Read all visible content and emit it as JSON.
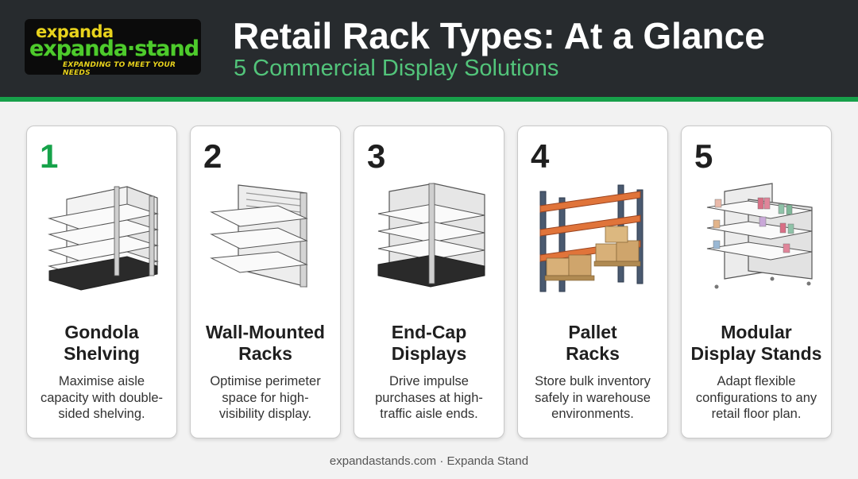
{
  "header": {
    "logo": {
      "top_text": "expanda",
      "main_text": "expanda·stand",
      "tagline": "EXPANDING TO MEET YOUR NEEDS"
    },
    "title": "Retail Rack Types: At a Glance",
    "subtitle": "5 Commercial Display Solutions"
  },
  "colors": {
    "header_bg": "#272b2e",
    "accent_green": "#17a04a",
    "subtitle_green": "#52c47a"
  },
  "cards": [
    {
      "number": "1",
      "title_line1": "Gondola",
      "title_line2": "Shelving",
      "description": [
        "Maximise aisle",
        "capacity with double-",
        "sided shelving."
      ],
      "icon": "gondola-shelving-icon"
    },
    {
      "number": "2",
      "title_line1": "Wall-Mounted",
      "title_line2": "Racks",
      "description": [
        "Optimise perimeter",
        "space for high-",
        "visibility display."
      ],
      "icon": "wall-mounted-rack-icon"
    },
    {
      "number": "3",
      "title_line1": "End-Cap",
      "title_line2": "Displays",
      "description": [
        "Drive impulse",
        "purchases at high-",
        "traffic aisle ends."
      ],
      "icon": "end-cap-display-icon"
    },
    {
      "number": "4",
      "title_line1": "Pallet",
      "title_line2": "Racks",
      "description": [
        "Store bulk inventory",
        "safely in warehouse",
        "environments."
      ],
      "icon": "pallet-rack-icon"
    },
    {
      "number": "5",
      "title_line1": "Modular",
      "title_line2": "Display Stands",
      "description": [
        "Adapt flexible",
        "configurations to any",
        "retail floor plan."
      ],
      "icon": "modular-display-stand-icon"
    }
  ],
  "footer": {
    "text": "expandastands.com · Expanda Stand"
  }
}
